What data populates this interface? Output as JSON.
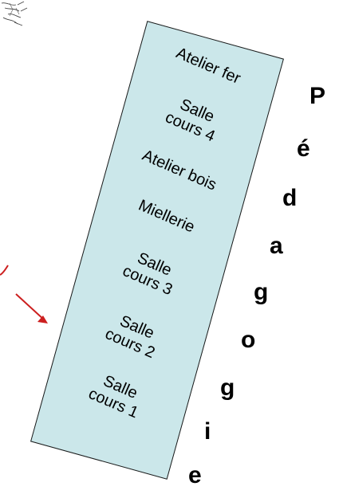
{
  "rooms": [
    {
      "line1": "Atelier fer",
      "line2": ""
    },
    {
      "line1": "Salle",
      "line2": "cours 4"
    },
    {
      "line1": "Atelier bois",
      "line2": ""
    },
    {
      "line1": "Miellerie",
      "line2": ""
    },
    {
      "line1": "Salle",
      "line2": "cours 3"
    },
    {
      "line1": "Salle",
      "line2": "cours 2"
    },
    {
      "line1": "Salle",
      "line2": "cours 1"
    }
  ],
  "vertical_word": [
    "P",
    "é",
    "d",
    "a",
    "g",
    "o",
    "g",
    "i",
    "e"
  ],
  "colors": {
    "panel_fill": "#cbe7ea",
    "panel_border": "#1a1a1a",
    "arrow": "#cc1f1f",
    "text": "#000000"
  },
  "icons": {
    "corner_sketch": "sketch-drawing-icon",
    "arrow": "arrow-right-icon"
  }
}
